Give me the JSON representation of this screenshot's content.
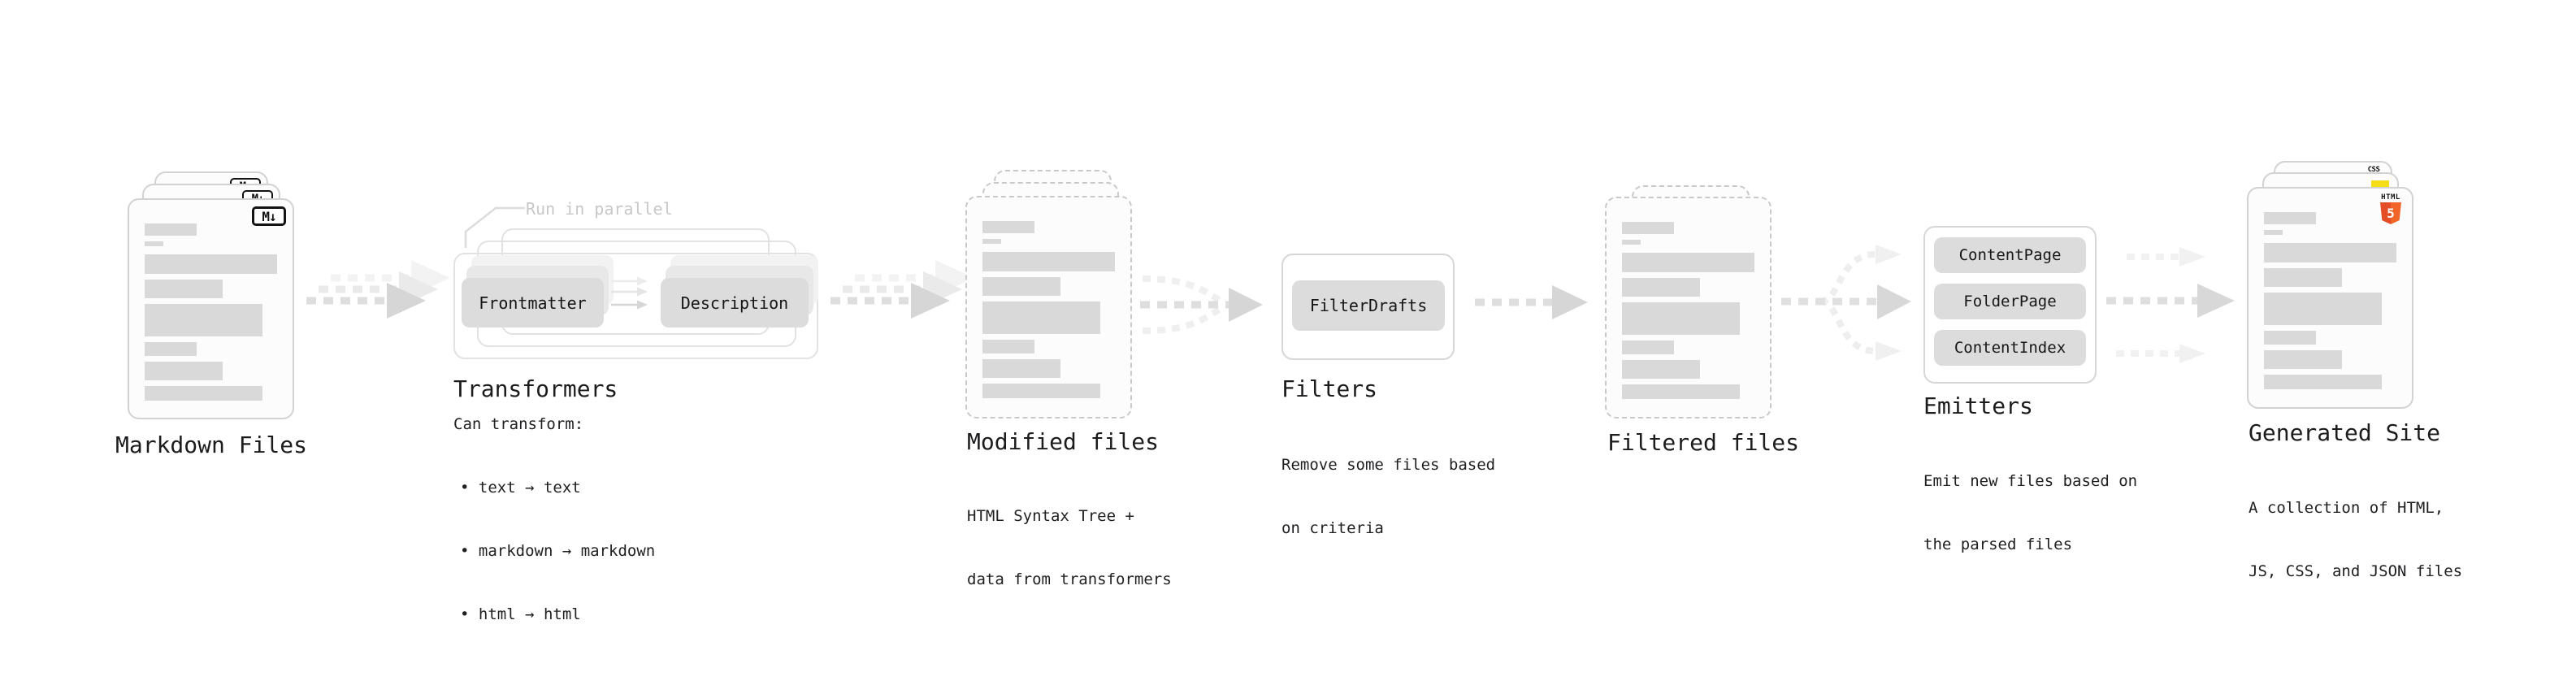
{
  "stages": {
    "markdown_files": {
      "label": "Markdown Files",
      "badge": "M↓"
    },
    "transformers": {
      "annotation": "Run in parallel",
      "frontmatter_box": "Frontmatter",
      "description_box": "Description",
      "title": "Transformers",
      "subtitle": "Can transform:",
      "bullets": [
        "• text → text",
        "• markdown → markdown",
        "• html → html"
      ]
    },
    "modified_files": {
      "title": "Modified files",
      "desc_line1": "HTML Syntax Tree +",
      "desc_line2": "data from transformers"
    },
    "filters": {
      "filterdrafts_box": "FilterDrafts",
      "title": "Filters",
      "desc_line1": "Remove some files based",
      "desc_line2": "on criteria"
    },
    "filtered_files": {
      "title": "Filtered files"
    },
    "emitters": {
      "boxes": [
        "ContentPage",
        "FolderPage",
        "ContentIndex"
      ],
      "title": "Emitters",
      "desc_line1": "Emit new files based on",
      "desc_line2": "the parsed files"
    },
    "generated_site": {
      "title": "Generated Site",
      "desc_line1": "A collection of HTML,",
      "desc_line2": "JS, CSS, and JSON files",
      "css_label": "CSS",
      "html_label": "HTML",
      "html_shield_digit": "5"
    }
  },
  "colors": {
    "html5_orange": "#E44D26",
    "js_yellow": "#F5DE19",
    "css_blue": "#2965F1"
  }
}
